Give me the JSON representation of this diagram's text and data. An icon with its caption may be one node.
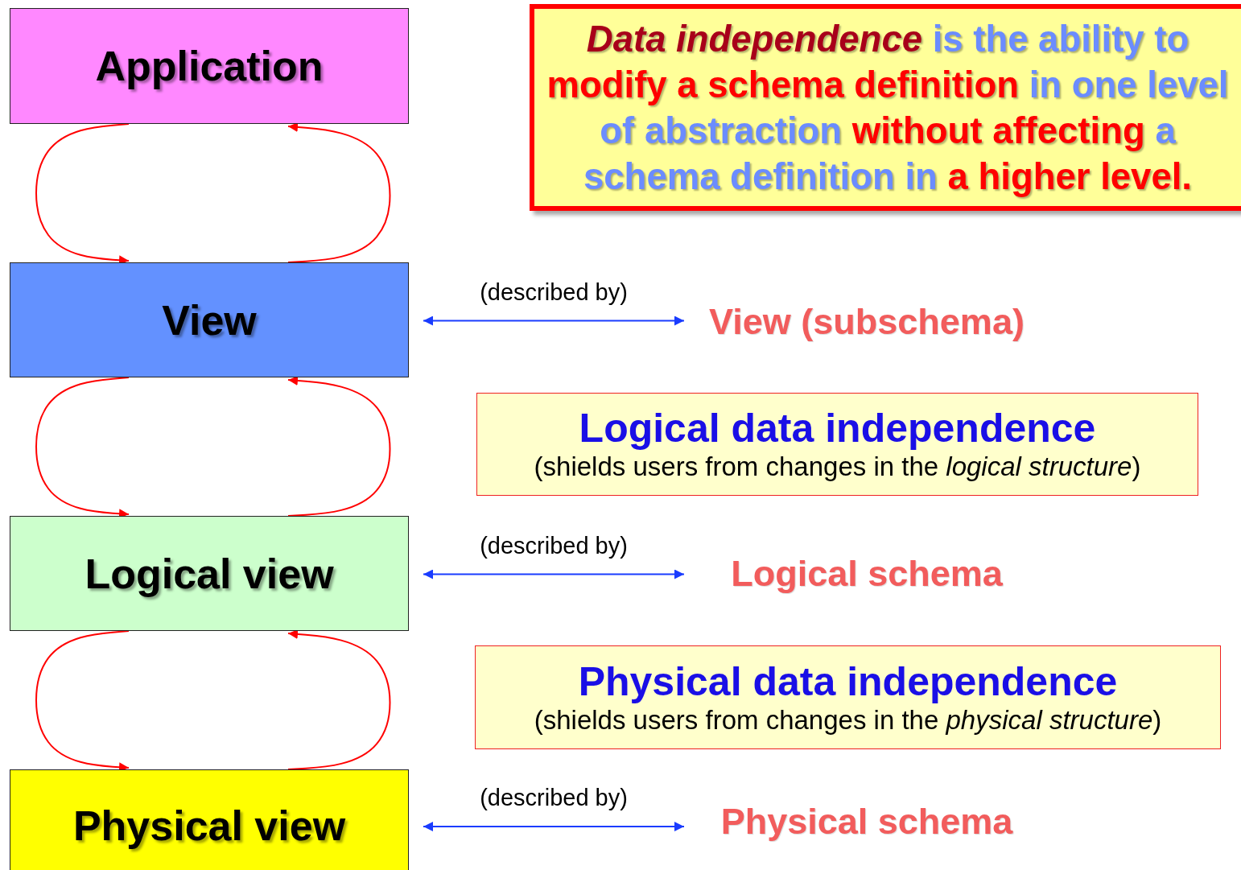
{
  "diagram": {
    "nodes": [
      {
        "text": [
          "Application"
        ]
      },
      {
        "text": [
          "View"
        ]
      },
      {
        "text": [
          "Logical view"
        ]
      },
      {
        "text": [
          "Physical view"
        ]
      },
      {
        "text": [
          "*Data independence* is the ability to **modify a schema definition** in one level of abstraction **without affecting** a schema definition in **a higher level.**"
        ]
      },
      {
        "text": [
          "View (subschema)"
        ]
      },
      {
        "text": [
          "Logical data independence",
          "(shields users from changes in the *logical structure*)"
        ]
      },
      {
        "text": [
          "Logical schema"
        ]
      },
      {
        "text": [
          "Physical data independence",
          "(shields users from changes in the *physical structure*)"
        ]
      },
      {
        "text": [
          "Physical schema"
        ]
      }
    ],
    "edges": [
      {
        "from": 0,
        "to": 1,
        "arrow": "to"
      },
      {
        "from": 1,
        "to": 0,
        "arrow": "to"
      },
      {
        "from": 1,
        "to": 5,
        "arrow": "both",
        "label": "(described by)",
        "color": "#1a3cff"
      },
      {
        "from": 1,
        "to": 2,
        "arrow": "to"
      },
      {
        "from": 2,
        "to": 1,
        "arrow": "to"
      },
      {
        "from": 2,
        "to": 7,
        "arrow": "both",
        "label": "(described by)",
        "color": "#1a3cff"
      },
      {
        "from": 2,
        "to": 3,
        "arrow": "to"
      },
      {
        "from": 3,
        "to": 2,
        "arrow": "to"
      },
      {
        "from": 3,
        "to": 9,
        "arrow": "both",
        "label": "(described by)",
        "color": "#1a3cff"
      }
    ]
  }
}
